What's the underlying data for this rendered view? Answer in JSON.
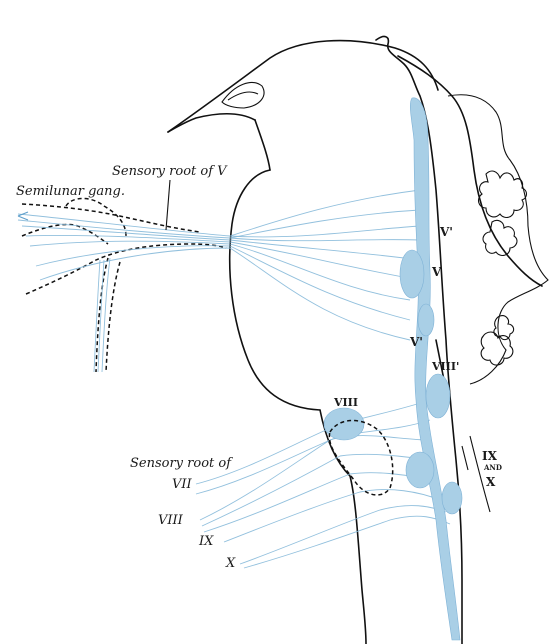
{
  "labels": {
    "sensory_root_v": "Sensory root of V",
    "semilunar_gang": "Semilunar gang.",
    "sensory_root_of": "Sensory root of",
    "vii": "VII",
    "viii": "VIII",
    "ix": "IX",
    "x": "X",
    "nucleus_v_prime_upper": "V'",
    "nucleus_v": "V",
    "nucleus_v_prime_lower": "V'",
    "nucleus_viii_center": "VIII",
    "nucleus_viii_prime": "VIII'",
    "ix_and_x_top": "IX",
    "ix_and_x_and": "AND",
    "ix_and_x_bottom": "X"
  },
  "colors": {
    "fiber": "#86b9d9",
    "nucleus": "#a9cfe6",
    "outline": "#111111"
  }
}
